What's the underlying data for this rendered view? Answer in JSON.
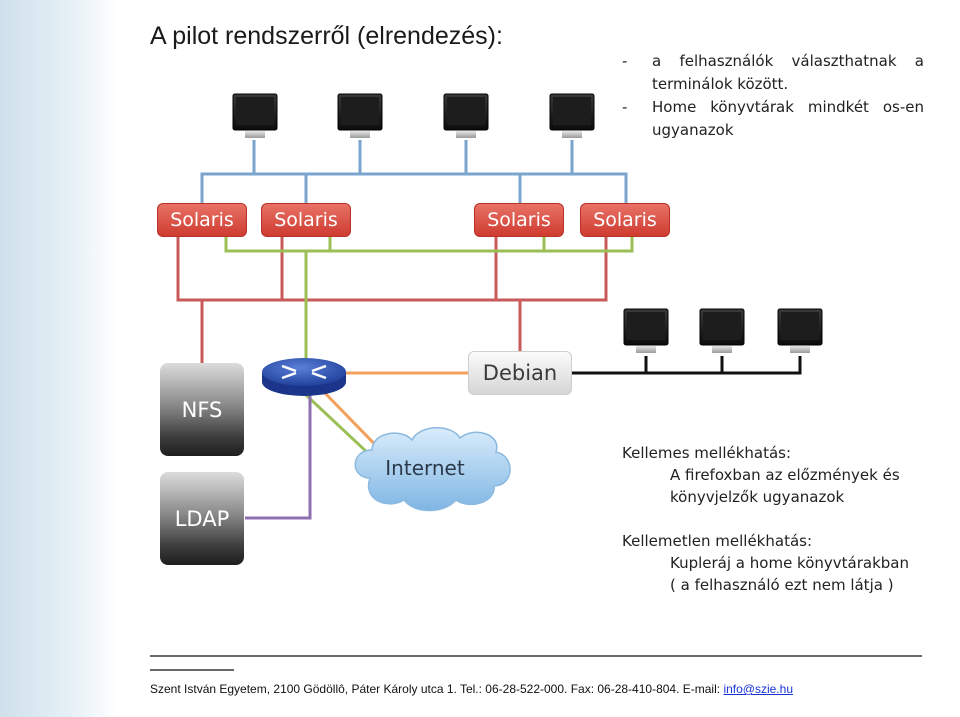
{
  "title": "A pilot rendszerről (elrendezés):",
  "notes": [
    {
      "dash": "-",
      "text": "a felhasználók választhatnak a terminálok között."
    },
    {
      "dash": "-",
      "text": "Home könyvtárak mindkét os-en ugyanazok"
    }
  ],
  "nodes": {
    "solaris": [
      "Solaris",
      "Solaris",
      "Solaris",
      "Solaris"
    ],
    "debian": "Debian",
    "nfs": "NFS",
    "ldap": "LDAP",
    "internet": "Internet"
  },
  "side_effects": {
    "pleasant_heading": "Kellemes mellékhatás:",
    "pleasant_text": "A firefoxban az előzmények és könyvjelzők ugyanazok",
    "unpleasant_heading": "Kellemetlen mellékhatás:",
    "unpleasant_line1": "Kupleráj a home könyvtárakban",
    "unpleasant_line2": "( a felhasználó ezt nem látja )"
  },
  "footer": {
    "text": "Szent István Egyetem, 2100 Gödöllô, Páter Károly utca 1. Tel.: 06-28-522-000. Fax: 06-28-410-804. E-mail: ",
    "email": "info@szie.hu"
  },
  "colors": {
    "terminal_link": "#7aa4cf",
    "red_link": "#c95a5a",
    "green_link": "#9bbf55",
    "orange_link": "#f2a05a",
    "purple_link": "#8e6fb0",
    "black_link": "#111111",
    "solaris_fill": "#d9483d"
  }
}
